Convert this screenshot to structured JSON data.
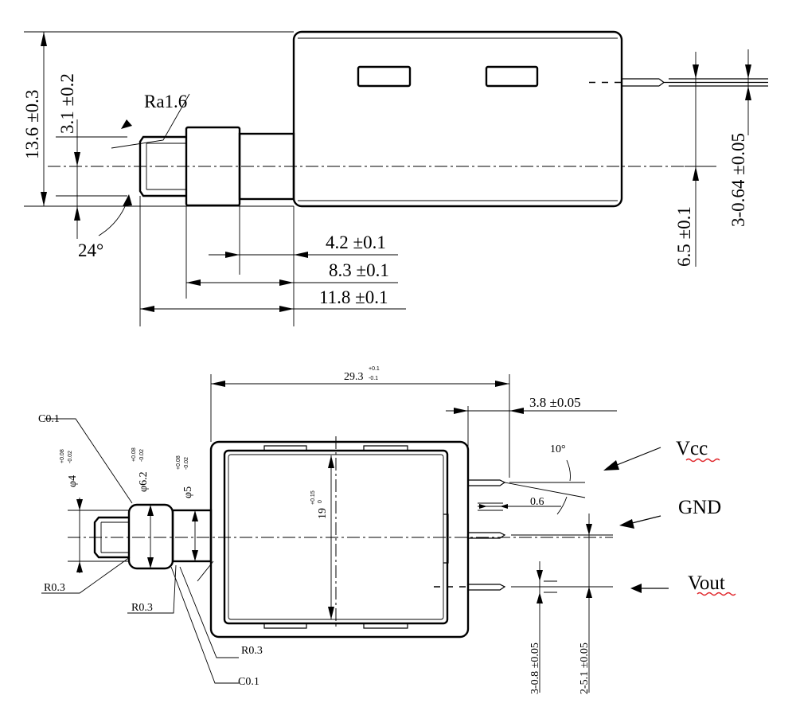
{
  "top_view": {
    "dims": {
      "height": "13.6 ±0.3",
      "step_height": "3.1 ±0.2",
      "roughness": "Ra1.6",
      "angle": "24°",
      "len_a": "4.2 ±0.1",
      "len_b": "8.3 ±0.1",
      "len_c": "11.8 ±0.1",
      "pin_offset": "6.5 ±0.1",
      "pin_width": "3-0.64 ±0.05"
    }
  },
  "bottom_view": {
    "dims": {
      "body_len": "29.3",
      "body_len_tol_up": "+0.1",
      "body_len_tol_dn": "-0.1",
      "pin_len": "3.8 ±0.05",
      "angle": "10°",
      "pin_gap": "0.6",
      "body_height": "19",
      "body_height_tol_up": "+0.15",
      "body_height_tol_dn": "0",
      "chamfer_a": "C0.1",
      "chamfer_b": "C0.1",
      "radius_a": "R0.3",
      "radius_b": "R0.3",
      "radius_c": "R0.3",
      "dia_4": "φ4",
      "dia_4_tol_up": "+0.08",
      "dia_4_tol_dn": "-0.02",
      "dia_62": "φ6.2",
      "dia_62_tol_up": "+0.08",
      "dia_62_tol_dn": "-0.02",
      "dia_5": "φ5",
      "dia_5_tol_up": "+0.08",
      "dia_5_tol_dn": "-0.02",
      "pin_thickness": "3-0.8 ±0.05",
      "pin_pitch": "2-5.1 ±0.05"
    },
    "pins": {
      "vcc": "Vcc",
      "gnd": "GND",
      "vout": "Vout"
    }
  }
}
